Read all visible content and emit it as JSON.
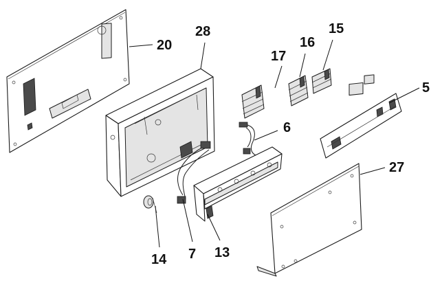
{
  "callouts": {
    "c20": "20",
    "c28": "28",
    "c17": "17",
    "c16": "16",
    "c15": "15",
    "c5": "5",
    "c6": "6",
    "c27": "27",
    "c14": "14",
    "c7": "7",
    "c13": "13"
  }
}
